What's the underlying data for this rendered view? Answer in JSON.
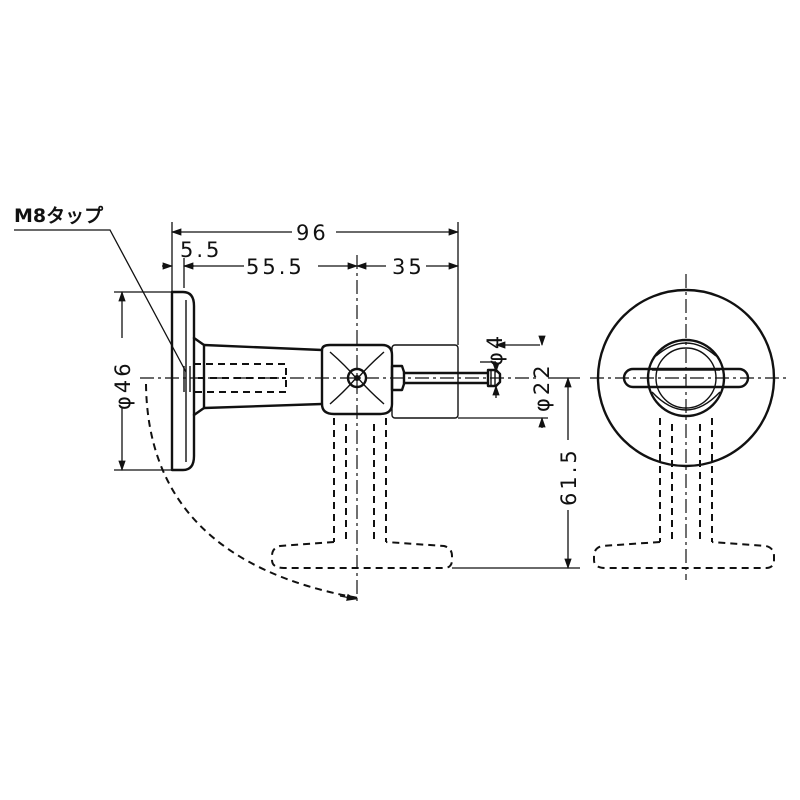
{
  "labels": {
    "thread": "M8タップ",
    "overall_length": "96",
    "offset_small": "5.5",
    "to_center": "55.5",
    "tip_length": "35",
    "base_diameter": "φ46",
    "pin_diameter": "φ4",
    "block_diameter": "φ22",
    "height": "61.5"
  }
}
